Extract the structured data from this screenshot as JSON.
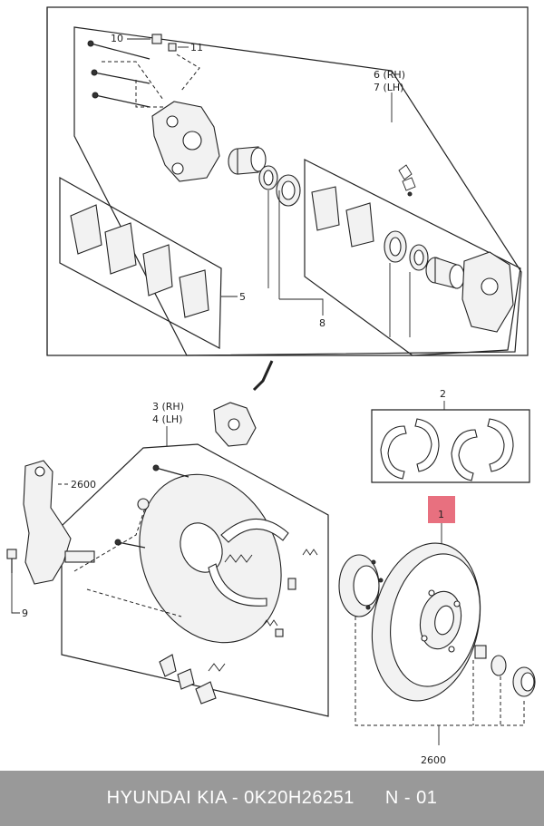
{
  "labels": {
    "l10": "10",
    "l11": "11",
    "l6": "6 (RH)",
    "l7": "7 (LH)",
    "l5": "5",
    "l8": "8",
    "l3": "3 (RH)",
    "l4": "4 (LH)",
    "l2": "2",
    "l2600a": "2600",
    "l9": "9",
    "l1": "1",
    "l2600b": "2600"
  },
  "highlight_color": "#e8707f",
  "footer": {
    "part_text": "HYUNDAI  KIA - 0K20H26251",
    "ref_text": "N - 01",
    "background": "#999999"
  }
}
